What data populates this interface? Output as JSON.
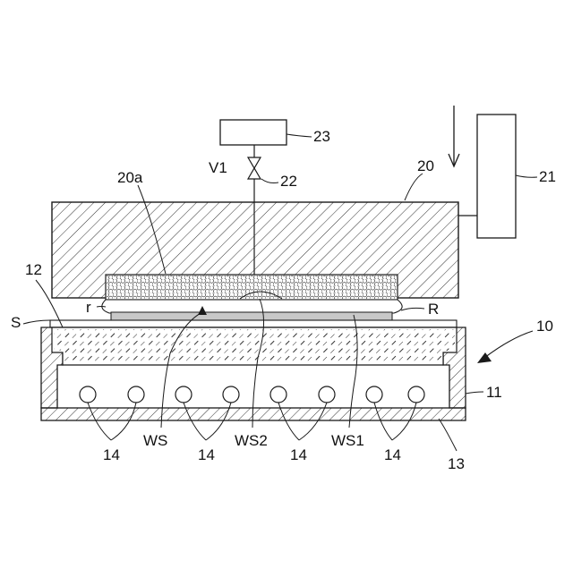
{
  "labels": {
    "l10": "10",
    "l11": "11",
    "l12": "12",
    "l13": "13",
    "l14a": "14",
    "l14b": "14",
    "l14c": "14",
    "l14d": "14",
    "l20": "20",
    "l20a": "20a",
    "l21": "21",
    "l22": "22",
    "l23": "23",
    "lV1": "V1",
    "lS": "S",
    "lr": "r",
    "lR": "R",
    "lWS": "WS",
    "lWS1": "WS1",
    "lWS2": "WS2"
  },
  "colors": {
    "line": "#1a1a1a",
    "hatch": "#333333",
    "background": "#ffffff",
    "wafer_fill": "#c8c8c8"
  },
  "icons": {
    "valve": "valve-icon",
    "arrow": "arrow-icon"
  }
}
